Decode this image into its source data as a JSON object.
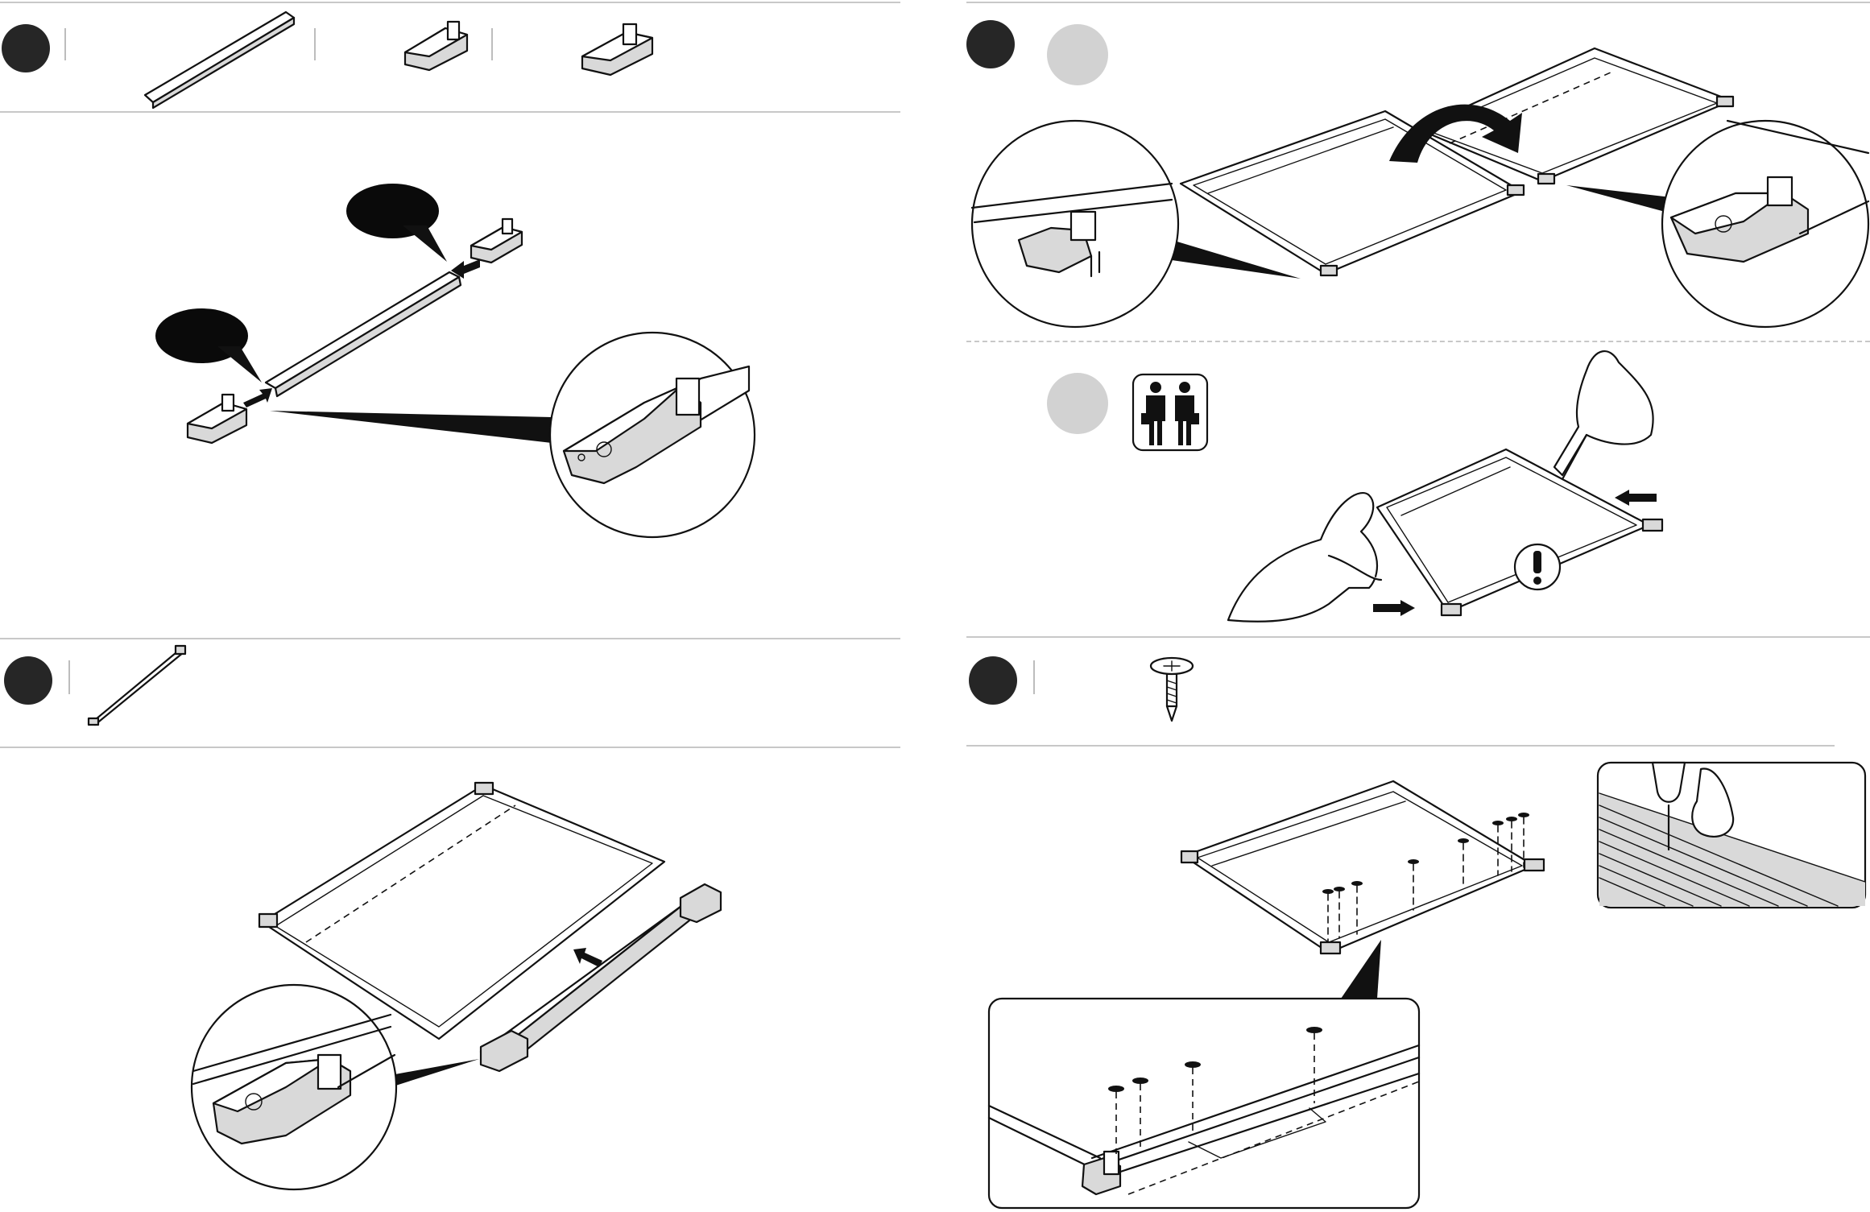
{
  "document": {
    "type": "assembly-instructions",
    "layout": "four-step grid",
    "printed_text": []
  },
  "steps": [
    {
      "id": "step-a",
      "quadrant": "top-left",
      "parts": [
        "rail-profile",
        "corner-bracket-left",
        "corner-bracket-right"
      ]
    },
    {
      "id": "step-b",
      "quadrant": "top-right",
      "substeps": [
        "fold-frame",
        "two-person-lift"
      ],
      "icons": [
        "two-persons-icon",
        "warning-exclamation-icon",
        "rotate-arrow-icon"
      ]
    },
    {
      "id": "step-c",
      "quadrant": "bottom-left",
      "parts": [
        "assembled-rail-with-brackets"
      ]
    },
    {
      "id": "step-d",
      "quadrant": "bottom-right",
      "parts": [
        "screw"
      ],
      "icons": [
        "drill-icon"
      ]
    }
  ],
  "colors": {
    "ink": "#111111",
    "step_dot": "#262626",
    "substep_dot": "#d2d2d2",
    "rule": "#c8c8c8"
  }
}
